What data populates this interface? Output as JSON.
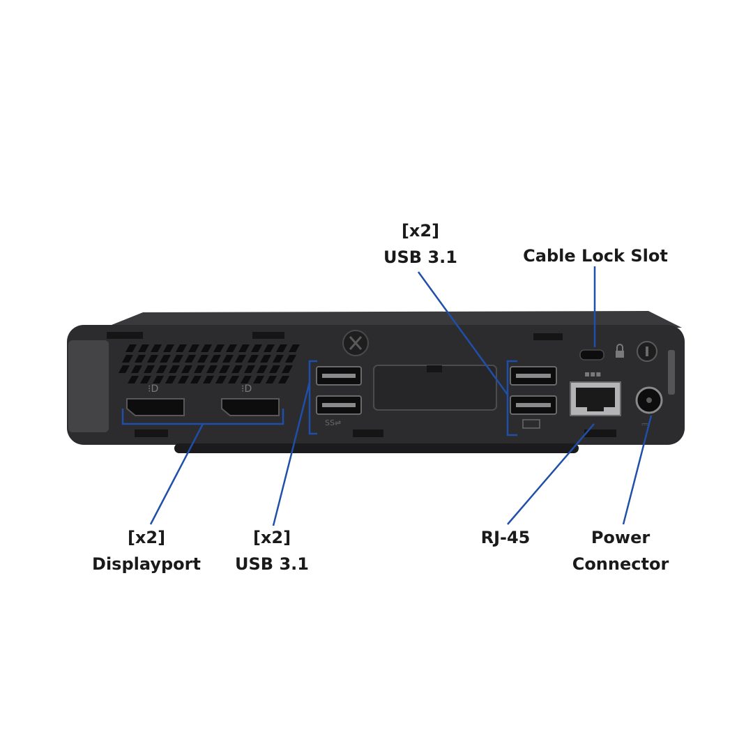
{
  "labels": {
    "usb_top": {
      "count": "[x2]",
      "name": "USB 3.1"
    },
    "cable_lock": {
      "name": "Cable Lock Slot"
    },
    "displayport": {
      "count": "[x2]",
      "name": "Displayport"
    },
    "usb_bottom": {
      "count": "[x2]",
      "name": "USB 3.1"
    },
    "rj45": {
      "name": "RJ-45"
    },
    "power": {
      "line1": "Power",
      "line2": "Connector"
    }
  },
  "colors": {
    "background": "#ffffff",
    "chassis": "#2c2c2e",
    "chassis_top": "#3a3a3c",
    "port": "#0d0d0d",
    "leader": "#1f4fa8",
    "text": "#1a1a1a"
  },
  "icons": [
    "displayport-icon",
    "usb-superspeed-icon",
    "network-icon",
    "lock-icon",
    "power-dc-icon",
    "thumbscrew-icon"
  ]
}
